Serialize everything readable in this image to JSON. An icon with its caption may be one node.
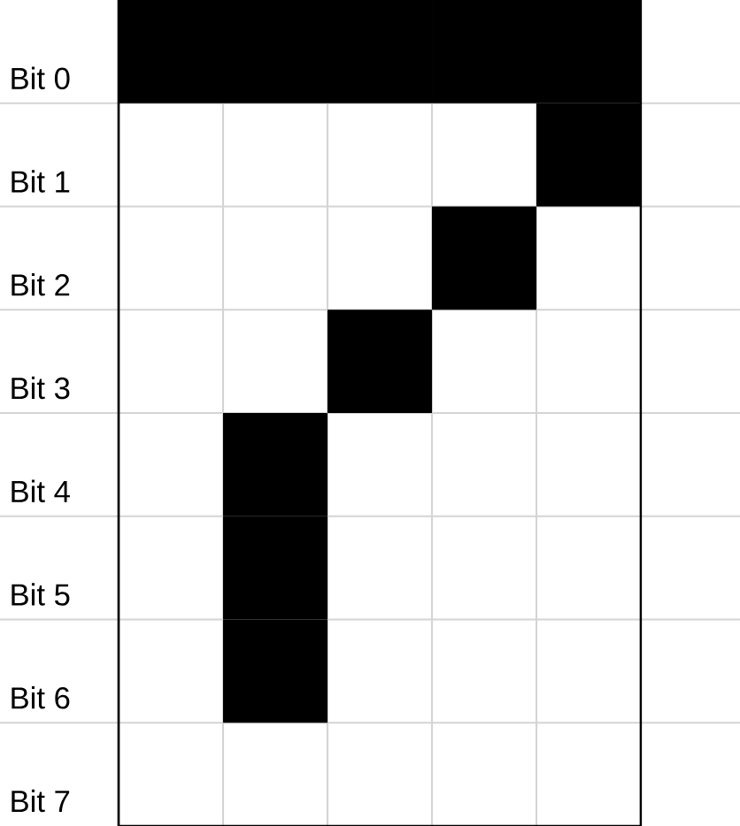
{
  "diagram": {
    "labels": [
      "Bit 0",
      "Bit 1",
      "Bit 2",
      "Bit 3",
      "Bit 4",
      "Bit 5",
      "Bit 6",
      "Bit 7"
    ]
  }
}
